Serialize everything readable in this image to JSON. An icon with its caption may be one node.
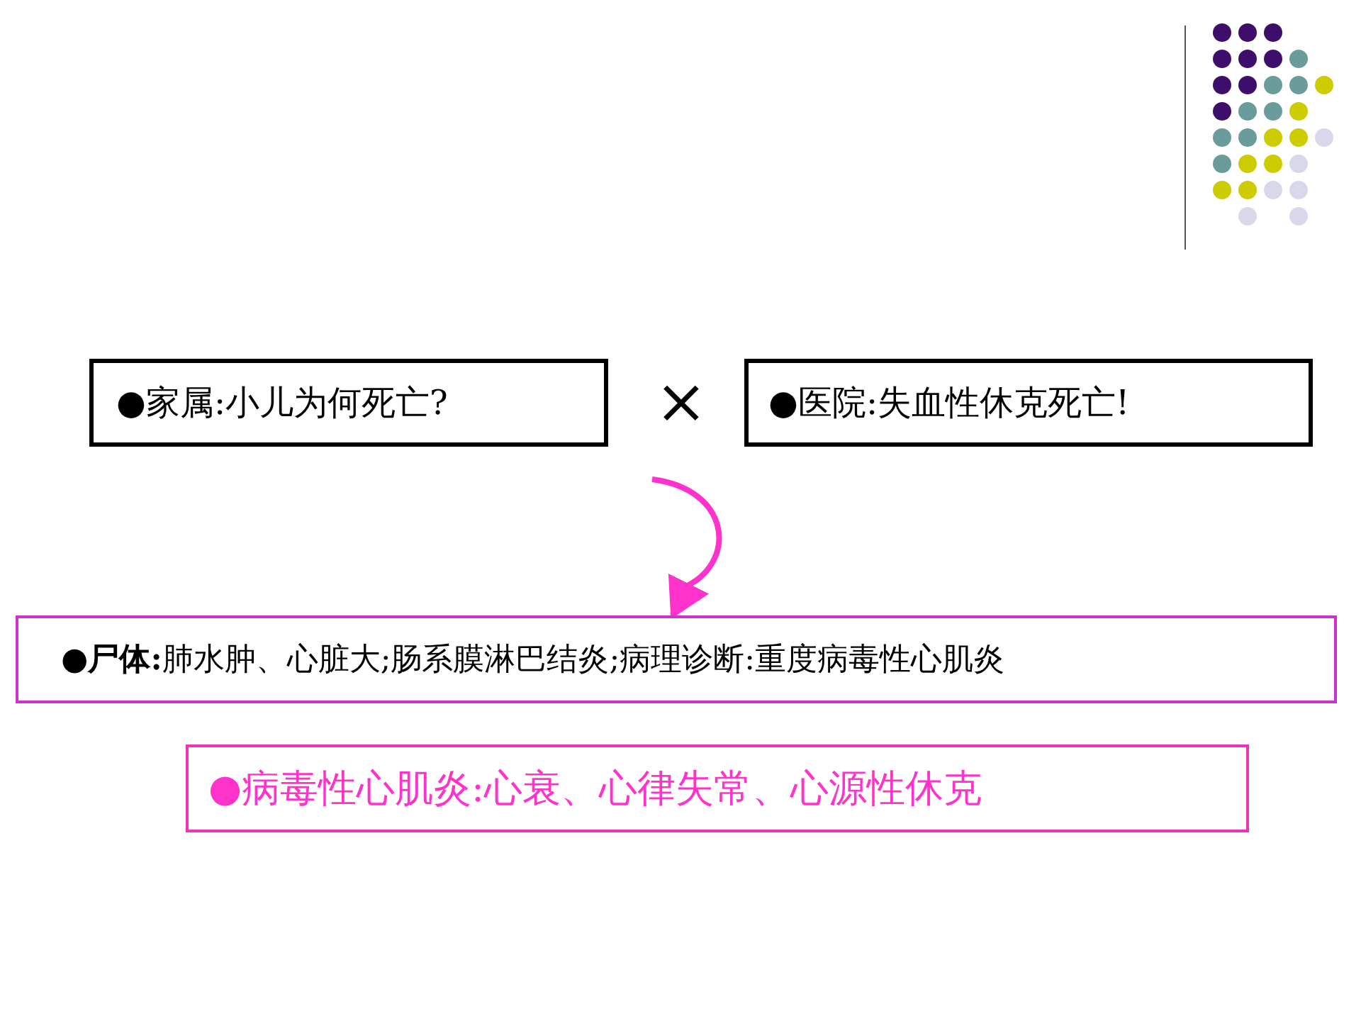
{
  "diagram": {
    "nodes": [
      {
        "text": [
          "●家属:小儿为何死亡?"
        ]
      },
      {
        "text": [
          "●医院:失血性休克死亡!"
        ]
      },
      {
        "text": [
          "**●尸体:**肺水肿、心脏大;肠系膜淋巴结炎;病理诊断:重度病毒性心肌炎"
        ]
      },
      {
        "text": [
          "●病毒性心肌炎:心衰、心律失常、心源性休克"
        ]
      }
    ],
    "edges": [
      {
        "from": null,
        "to": 2,
        "arrow": "to"
      }
    ],
    "labels": [
      "×"
    ]
  }
}
